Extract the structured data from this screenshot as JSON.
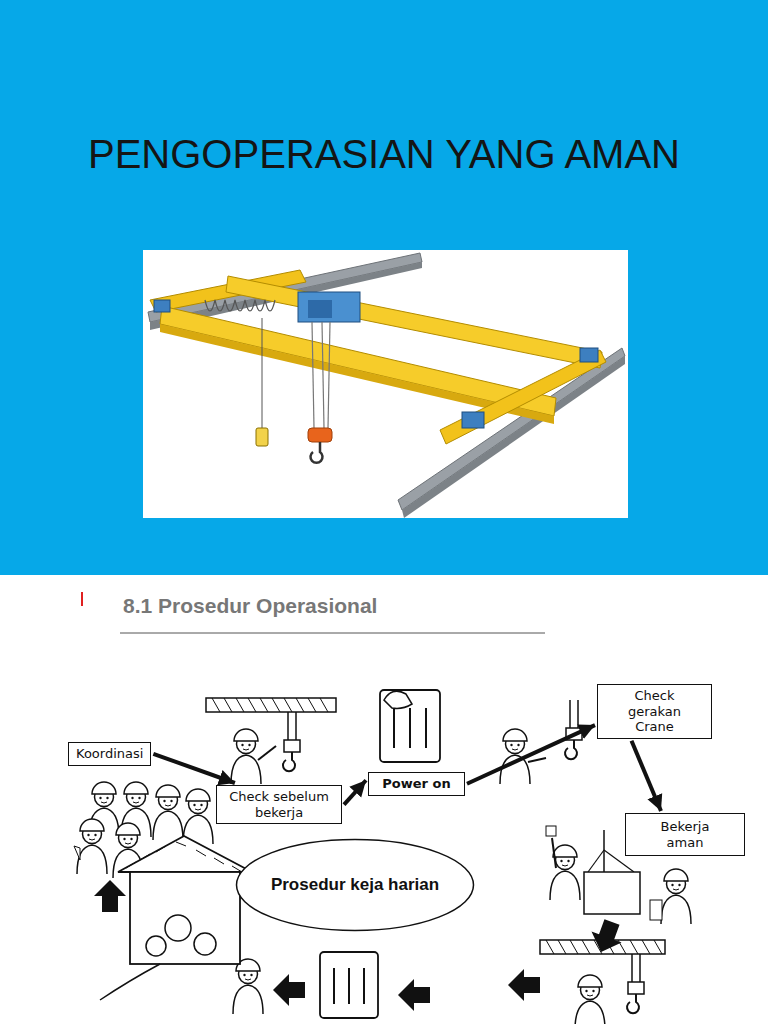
{
  "diagram": {
    "title": "PENGOPERASIAN YANG AMAN",
    "nodes": [
      {
        "text": [
          "Koordinasi"
        ]
      },
      {
        "text": [
          "Check sebelum bekerja"
        ]
      },
      {
        "text": [
          "Power on"
        ]
      },
      {
        "text": [
          "Check gerakan Crane"
        ]
      },
      {
        "text": [
          "Bekerja aman"
        ]
      },
      {
        "text": [
          "Prosedur keja harian"
        ]
      }
    ],
    "edges": [
      {
        "from": 0,
        "to": 1,
        "arrow": "to"
      },
      {
        "from": 1,
        "to": 2,
        "arrow": "to"
      },
      {
        "from": 2,
        "to": 3,
        "arrow": "to"
      },
      {
        "from": 3,
        "to": 4,
        "arrow": "to"
      }
    ],
    "labels": [
      "8.1 Prosedur Operasional"
    ]
  }
}
